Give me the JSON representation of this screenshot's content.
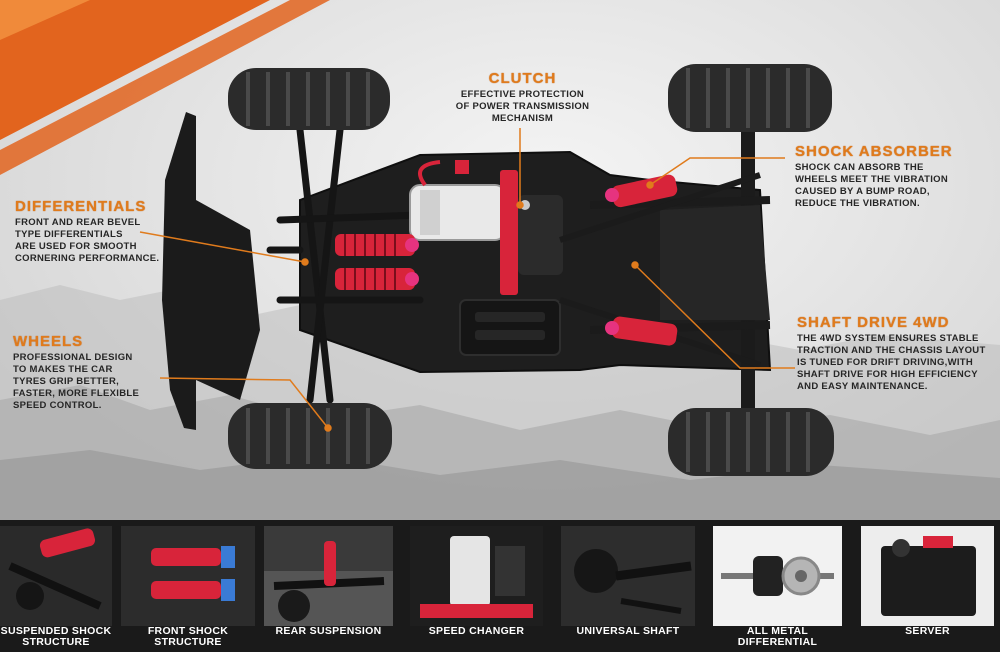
{
  "callouts": {
    "clutch": {
      "title": "CLUTCH",
      "desc": "EFFECTIVE PROTECTION\nOF POWER TRANSMISSION\nMECHANISM"
    },
    "differentials": {
      "title": "DIFFERENTIALS",
      "desc": "FRONT AND REAR BEVEL\nTYPE DIFFERENTIALS\nARE USED FOR SMOOTH\nCORNERING PERFORMANCE."
    },
    "wheels": {
      "title": "WHEELS",
      "desc": "PROFESSIONAL DESIGN\nTO MAKES THE CAR\nTYRES GRIP BETTER,\nFASTER, MORE FLEXIBLE\nSPEED CONTROL."
    },
    "shock_absorber": {
      "title": "SHOCK ABSORBER",
      "desc": "SHOCK CAN ABSORB THE\nWHEELS MEET THE VIBRATION\nCAUSED BY A BUMP ROAD,\nREDUCE THE VIBRATION."
    },
    "shaft_drive": {
      "title": "SHAFT DRIVE 4WD",
      "desc": "THE 4WD SYSTEM ENSURES STABLE\nTRACTION AND THE CHASSIS LAYOUT\nIS TUNED FOR DRIFT DRIVING,WITH\nSHAFT DRIVE FOR HIGH EFFICIENCY\nAND EASY MAINTENANCE."
    }
  },
  "thumbnails": [
    {
      "caption": "SUSPENDED SHOCK\nSTRUCTURE"
    },
    {
      "caption": "FRONT SHOCK\nSTRUCTURE"
    },
    {
      "caption": "REAR SUSPENSION"
    },
    {
      "caption": "SPEED CHANGER"
    },
    {
      "caption": "UNIVERSAL SHAFT"
    },
    {
      "caption": "ALL METAL\nDIFFERENTIAL"
    },
    {
      "caption": "SERVER"
    }
  ],
  "colors": {
    "accent": "#e07b1c",
    "shock_red": "#d8243a",
    "chassis": "#1e1e1e",
    "tyre": "#2b2b2b"
  }
}
